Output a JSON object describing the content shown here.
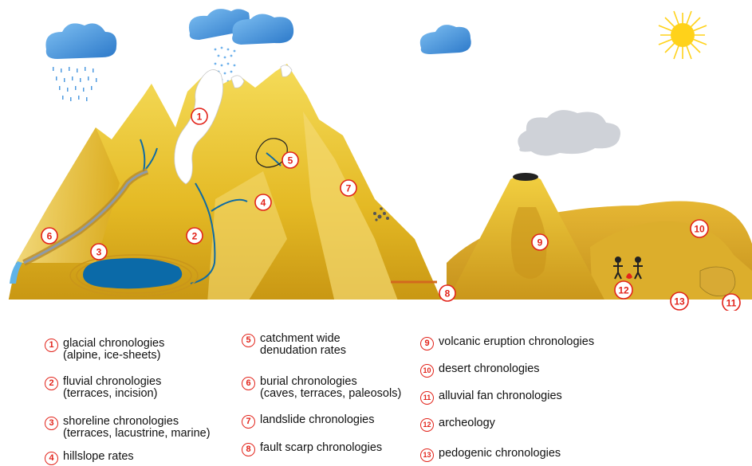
{
  "markers": [
    "1",
    "2",
    "3",
    "4",
    "5",
    "6",
    "7",
    "8",
    "9",
    "10",
    "11",
    "12",
    "13"
  ],
  "legend": [
    {
      "num": "1",
      "line1": "glacial chronologies",
      "line2": "(alpine, ice-sheets)"
    },
    {
      "num": "2",
      "line1": "fluvial chronologies",
      "line2": "(terraces, incision)"
    },
    {
      "num": "3",
      "line1": "shoreline chronologies",
      "line2": "(terraces, lacustrine, marine)"
    },
    {
      "num": "4",
      "line1": "hillslope rates",
      "line2": ""
    },
    {
      "num": "5",
      "line1": "catchment wide",
      "line2": "denudation rates"
    },
    {
      "num": "6",
      "line1": "burial chronologies",
      "line2": "(caves, terraces, paleosols)"
    },
    {
      "num": "7",
      "line1": "landslide chronologies",
      "line2": ""
    },
    {
      "num": "8",
      "line1": "fault scarp chronologies",
      "line2": ""
    },
    {
      "num": "9",
      "line1": "volcanic eruption chronologies",
      "line2": ""
    },
    {
      "num": "10",
      "line1": "desert chronologies",
      "line2": ""
    },
    {
      "num": "11",
      "line1": "alluvial fan chronologies",
      "line2": ""
    },
    {
      "num": "12",
      "line1": "archeology",
      "line2": ""
    },
    {
      "num": "13",
      "line1": "pedogenic chronologies",
      "line2": ""
    }
  ],
  "colors": {
    "mountain": "#e8c12a",
    "mountain_dark": "#c99a12",
    "lake": "#0b6aa8",
    "cloud": "#3d8fd8",
    "sun": "#ffd21a",
    "marker_red": "#e2231a"
  }
}
